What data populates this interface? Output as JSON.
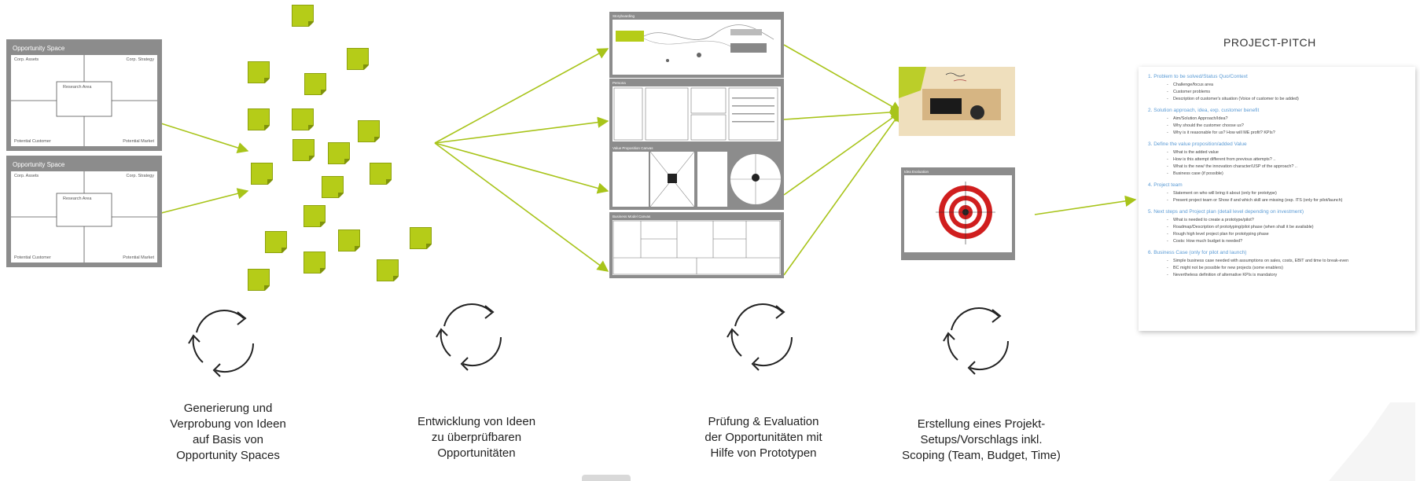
{
  "opportunity_space": {
    "title": "Opportunity Space",
    "corp_assets": "Corp. Assets",
    "corp_strategy": "Corp. Strategy",
    "research_area": "Research Area",
    "potential_customer": "Potential Customer",
    "potential_market": "Potential Market"
  },
  "templates": {
    "t1_title": "Storyboarding",
    "t2_title": "Persona",
    "t3_title": "Value Proposition Canvas",
    "t4_title": "Business Model Canvas",
    "eval_title": "Idea Evaluation"
  },
  "pitch": {
    "title": "PROJECT-PITCH",
    "sections": [
      {
        "heading": "1.   Problem to be solved/Status Quo/Context",
        "bullets": [
          "Challenge/focus area",
          "Customer problems",
          "Description of customer's situation (Voice of customer to be added)"
        ]
      },
      {
        "heading": "2.   Solution approach, idea, exp. customer benefit",
        "bullets": [
          "Aim/Solution Approach/Idea?",
          "Why should the customer choose us?",
          "Why is it reasonable for us? How will ME profit? KPIs?"
        ]
      },
      {
        "heading": "3.   Define the value proposition/added Value",
        "bullets": [
          "What is the added value",
          "How is this attempt different from previous attempts? ..",
          "What is the new/ the innovation character/USP of the approach? ..",
          "Business case (if possible)"
        ]
      },
      {
        "heading": "4.   Project team",
        "bullets": [
          "Statement on who will bring it about (only for prototype)",
          "Present project team or Show if and which skill are missing (esp. ITS (only for pilot/launch)"
        ]
      },
      {
        "heading": "5.   Next steps and Project plan (detail level depending on investment)",
        "bullets": [
          "What is needed to create a prototype/pilot?",
          "Roadmap/Description of prototyping/pilot phase (when shall it be available)",
          "Rough high level project plan for prototyping phase",
          "Costs: How much budget is needed?"
        ]
      },
      {
        "heading": "6.   Business Case (only for pilot and launch)",
        "bullets": [
          "Simple business case needed with assumptions on sales, costs, EBIT and time to break-even",
          "BC might not be possible for new projects (some enablers)",
          "Nevertheless definition of alternative KPIs is mandatory"
        ]
      }
    ]
  },
  "captions": {
    "stage1": [
      "Generierung und",
      "Verprobung von Ideen",
      "auf Basis von",
      "Opportunity Spaces"
    ],
    "stage2": [
      "Entwicklung von Ideen",
      "zu überprüfbaren",
      "Opportunitäten"
    ],
    "stage3": [
      "Prüfung & Evaluation",
      "der Opportunitäten mit",
      "Hilfe von Prototypen"
    ],
    "stage4": [
      "Erstellung eines Projekt-",
      "Setups/Vorschlags inkl.",
      "Scoping (Team, Budget, Time)"
    ]
  },
  "colors": {
    "accent": "#b5cc18",
    "arrow": "#a8c41a",
    "frame": "#8c8c8c",
    "heading": "#5b9bd5"
  },
  "icons": {
    "cycle": "cycle-arrows-icon",
    "target": "target-icon"
  }
}
